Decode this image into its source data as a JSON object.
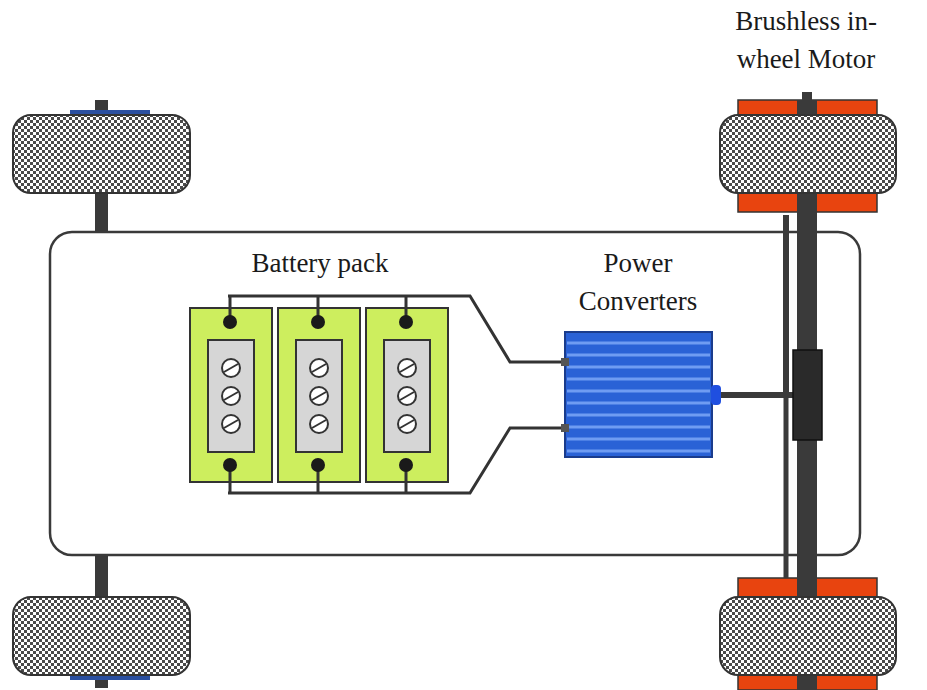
{
  "diagram": {
    "nodes": [
      {
        "text": [
          "Battery pack"
        ]
      },
      {
        "text": [
          "Power Converters"
        ]
      },
      {
        "text": [
          "Brushless in-wheel Motor"
        ]
      }
    ],
    "edges": [
      {
        "from": 0,
        "to": 1,
        "arrow": "none"
      },
      {
        "from": 0,
        "to": 1,
        "arrow": "none"
      },
      {
        "from": 1,
        "to": 2,
        "arrow": "none"
      }
    ]
  }
}
